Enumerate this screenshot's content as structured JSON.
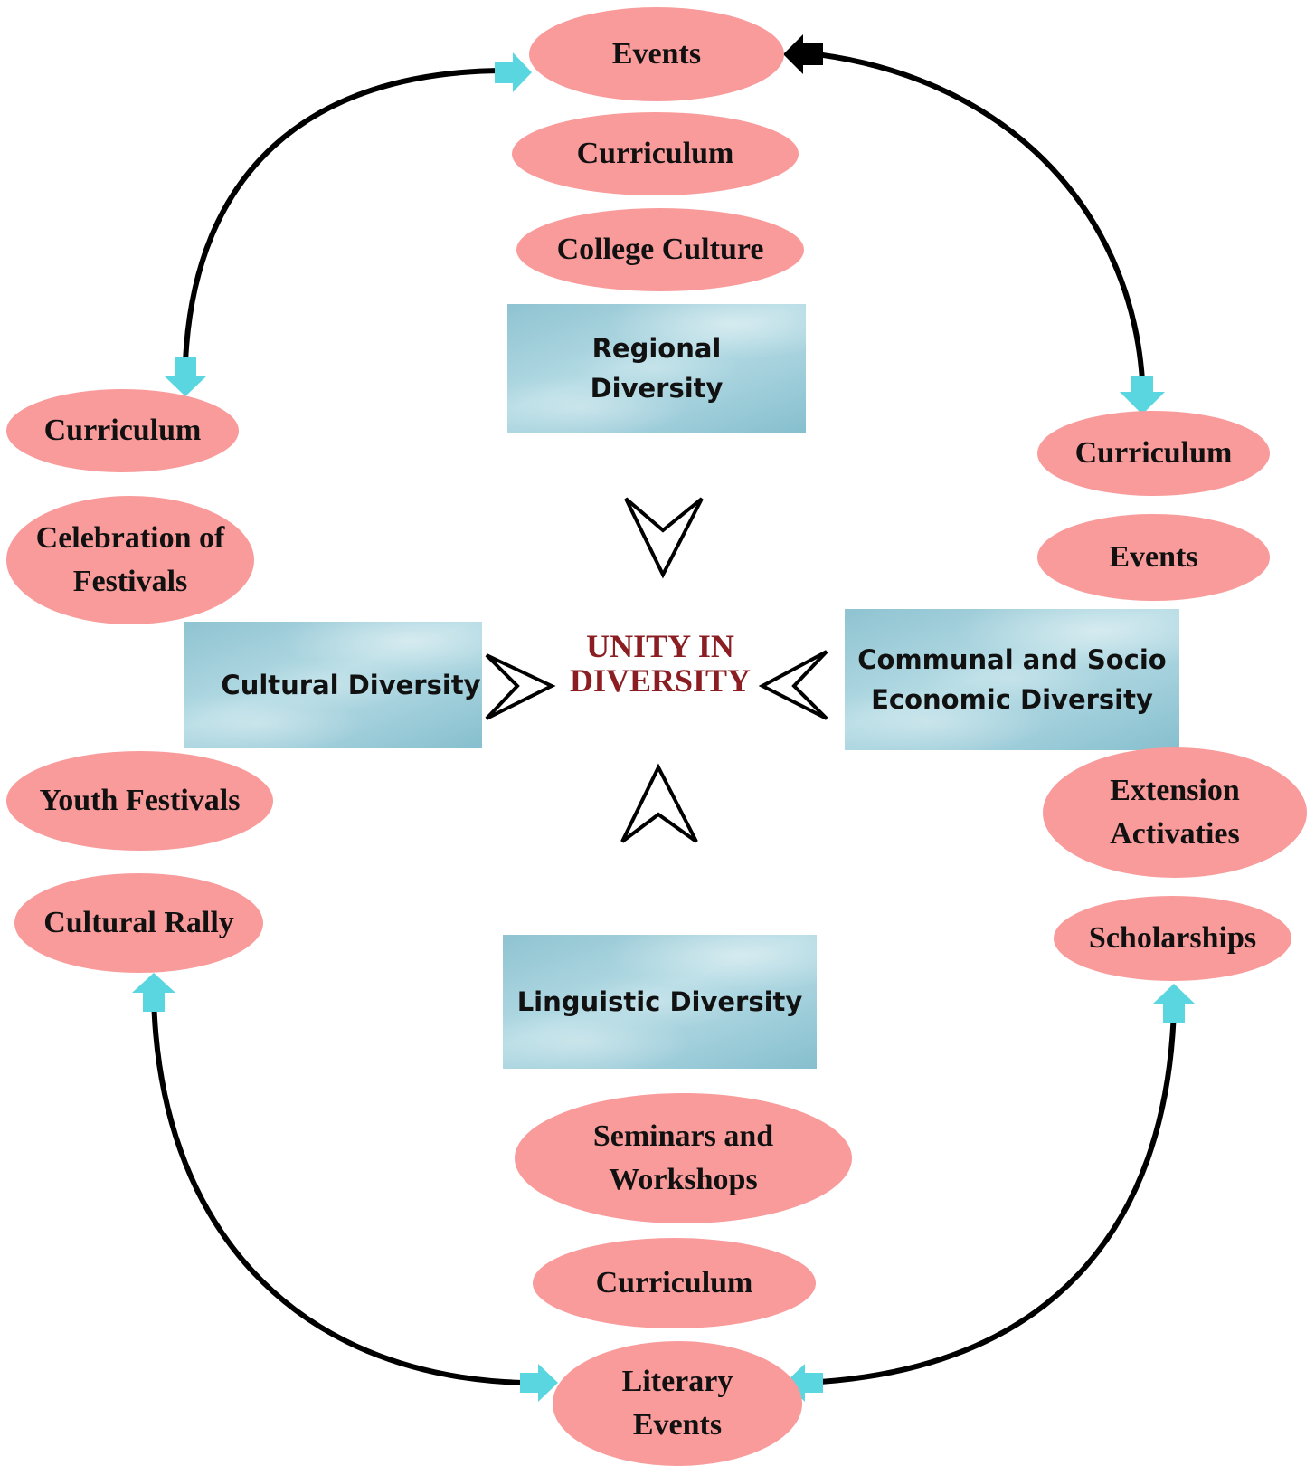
{
  "colors": {
    "oval_fill": "#f99b9b",
    "box_fill": "#a9d3de",
    "center_text": "#8b1e22",
    "cyan_arrow": "#5ad6e0",
    "black_arrow": "#000000",
    "curve": "#000000"
  },
  "center": {
    "line1": "UNITY IN",
    "line2": "DIVERSITY"
  },
  "boxes": {
    "regional": {
      "line1": "Regional",
      "line2": "Diversity"
    },
    "cultural": {
      "line1": "Cultural Diversity"
    },
    "communal": {
      "line1": "Communal and Socio",
      "line2": "Economic Diversity"
    },
    "linguistic": {
      "line1": "Linguistic Diversity"
    }
  },
  "top": {
    "events": "Events",
    "curriculum": "Curriculum",
    "college_culture": "College Culture"
  },
  "left": {
    "curriculum": "Curriculum",
    "celebration": {
      "line1": "Celebration of",
      "line2": "Festivals"
    },
    "youth_festivals": "Youth Festivals",
    "cultural_rally": "Cultural Rally"
  },
  "right": {
    "curriculum": "Curriculum",
    "events": "Events",
    "extension": {
      "line1": "Extension",
      "line2": "Activaties"
    },
    "scholarships": "Scholarships"
  },
  "bottom": {
    "seminars": {
      "line1": "Seminars and",
      "line2": "Workshops"
    },
    "curriculum": "Curriculum",
    "literary": {
      "line1": "Literary",
      "line2": "Events"
    }
  }
}
